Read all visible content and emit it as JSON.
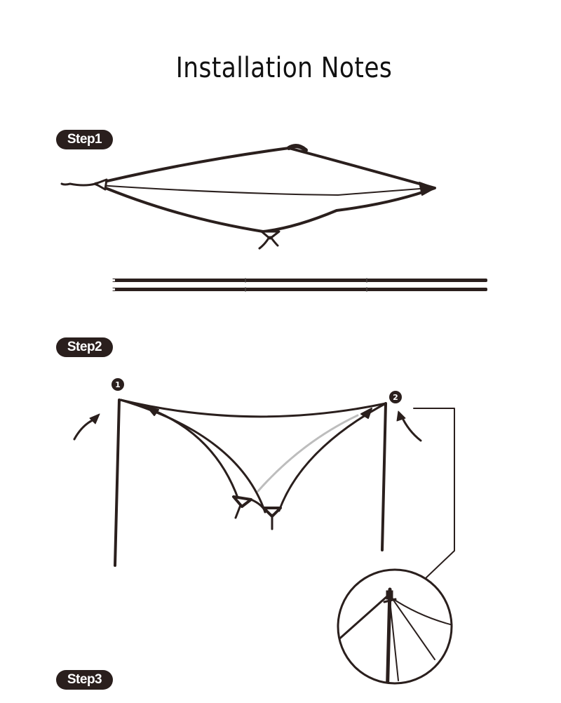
{
  "title": "Installation Notes",
  "steps": [
    {
      "label": "Step1"
    },
    {
      "label": "Step2"
    },
    {
      "label": "Step3"
    }
  ],
  "markers": [
    "1",
    "2"
  ],
  "colors": {
    "line": "#2a1f1d",
    "badge": "#2a1f1d",
    "guy_line": "#bdbdbd"
  }
}
